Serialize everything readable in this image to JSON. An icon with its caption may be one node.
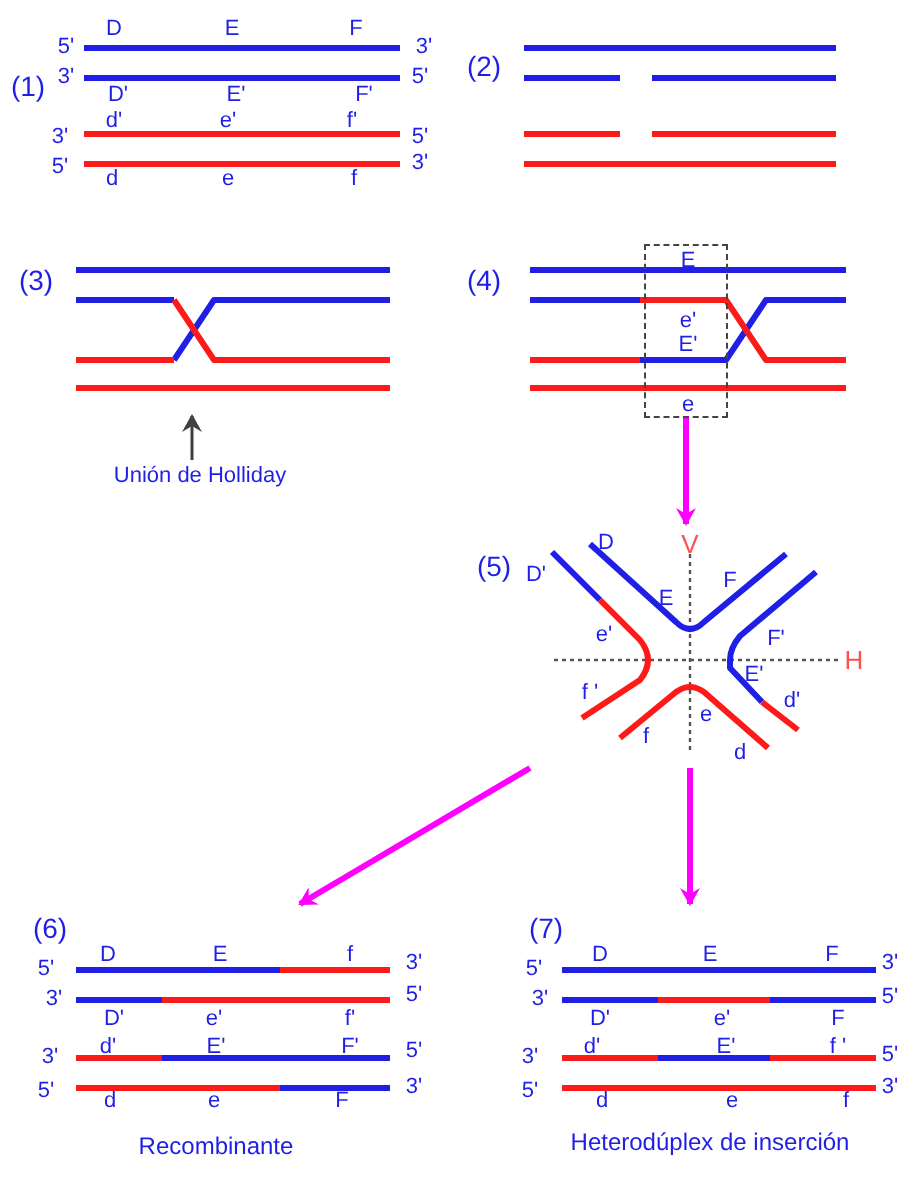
{
  "diagram": {
    "nodes": [
      {
        "text": [
          "E",
          "e'",
          "E'",
          "e"
        ]
      },
      {
        "text": [
          "(5)",
          "D'",
          "D",
          "V",
          "E",
          "F",
          "e'",
          "F'",
          "H",
          "E'",
          "f '",
          "d'",
          "e",
          "f",
          "d"
        ]
      },
      {
        "text": [
          "(6)",
          "5'",
          "D",
          "E",
          "f",
          "3'",
          "3'",
          "5'",
          "D'",
          "e'",
          "f'",
          "3'",
          "d'",
          "E'",
          "F'",
          "5'",
          "5'",
          "d",
          "e",
          "F",
          "3'"
        ],
        "beside": [
          "Recombinante"
        ]
      },
      {
        "text": [
          "(7)",
          "5'",
          "D",
          "E",
          "F",
          "3'",
          "3'",
          "5'",
          "D'",
          "e'",
          "F",
          "3'",
          "d'",
          "E'",
          "f '",
          "5'",
          "5'",
          "d",
          "e",
          "f",
          "3'"
        ],
        "beside": [
          "Heterodúplex de inserción"
        ]
      },
      {
        "text": [
          "Unión de Holliday"
        ]
      },
      {
        "text": [
          "(3)"
        ]
      }
    ],
    "edges": [
      {
        "from": 0,
        "to": 1,
        "arrow": "to"
      },
      {
        "from": 1,
        "to": 2,
        "arrow": "to"
      },
      {
        "from": 1,
        "to": 3,
        "arrow": "to"
      },
      {
        "from": 4,
        "to": 5,
        "arrow": "to",
        "color": "#404040"
      }
    ],
    "labels": [
      "5'",
      "D",
      "E",
      "F",
      "3'",
      "(1)",
      "3'",
      "5'",
      "D'",
      "E'",
      "F'",
      "3'",
      "d'",
      "e'",
      "f'",
      "5'",
      "5'",
      "d",
      "e",
      "f",
      "3'",
      "(2)",
      "(4)"
    ]
  }
}
